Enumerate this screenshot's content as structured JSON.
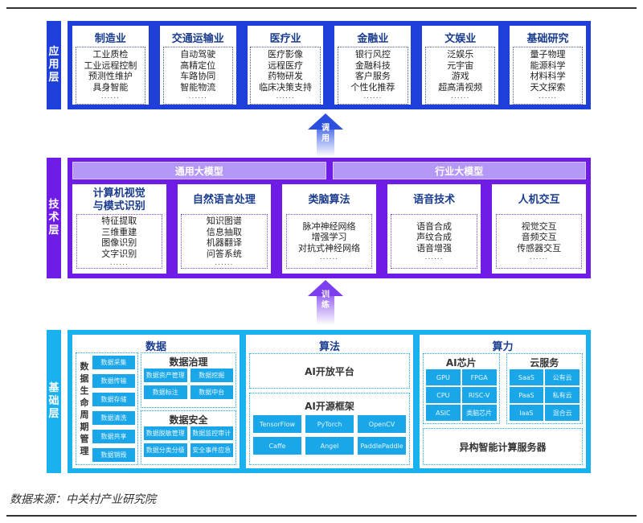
{
  "application_layer": {
    "label": [
      "应",
      "用",
      "层"
    ],
    "sectors": [
      {
        "title": "制造业",
        "items": [
          "工业质检",
          "工业远程控制",
          "预测性维护",
          "具身智能"
        ],
        "more": "......"
      },
      {
        "title": "交通运输业",
        "items": [
          "自动驾驶",
          "高精定位",
          "车路协同",
          "智能物流"
        ],
        "more": "......"
      },
      {
        "title": "医疗业",
        "items": [
          "医疗影像",
          "远程医疗",
          "药物研发",
          "临床决策支持"
        ],
        "more": "......"
      },
      {
        "title": "金融业",
        "items": [
          "银行风控",
          "金融科技",
          "客户服务",
          "个性化推荐"
        ],
        "more": "......"
      },
      {
        "title": "文娱业",
        "items": [
          "泛娱乐",
          "元宇宙",
          "游戏",
          "超高清视频"
        ],
        "more": "......"
      },
      {
        "title": "基础研究",
        "items": [
          "量子物理",
          "能源科学",
          "材料科学",
          "天文探索"
        ],
        "more": "......"
      }
    ]
  },
  "arrow_call": {
    "chars": [
      "调",
      "用"
    ]
  },
  "tech_layer": {
    "label": [
      "技",
      "术",
      "层"
    ],
    "models": [
      "通用大模型",
      "行业大模型"
    ],
    "areas": [
      {
        "title": [
          "计算机视觉",
          "与模式识别"
        ],
        "items": [
          "特征提取",
          "三维重建",
          "图像识别",
          "文字识别"
        ],
        "more": "......"
      },
      {
        "title": [
          "自然语言处理"
        ],
        "items": [
          "知识图谱",
          "信息抽取",
          "机器翻译",
          "问答系统"
        ],
        "more": "......"
      },
      {
        "title": [
          "类脑算法"
        ],
        "items": [
          "脉冲神经网络",
          "增强学习",
          "对抗式神经网络"
        ],
        "more": "......"
      },
      {
        "title": [
          "语音技术"
        ],
        "items": [
          "语音合成",
          "声纹合成",
          "语音增强"
        ],
        "more": "......"
      },
      {
        "title": [
          "人机交互"
        ],
        "items": [
          "视觉交互",
          "音频交互",
          "传感器交互"
        ],
        "more": "......"
      }
    ]
  },
  "arrow_train": {
    "chars": [
      "训",
      "练"
    ]
  },
  "base_layer": {
    "label": [
      "基",
      "础",
      "层"
    ],
    "data": {
      "title": "数据",
      "lifecycle_label": [
        "数",
        "据",
        "生",
        "命",
        "周",
        "期",
        "管",
        "理"
      ],
      "lifecycle": [
        "数据采集",
        "数据传输",
        "数据存储",
        "数据清洗",
        "数据共享",
        "数据销毁"
      ],
      "governance": {
        "title": "数据治理",
        "items": [
          "数据资产管理",
          "数据挖掘",
          "数据标注",
          "数据中台"
        ]
      },
      "security": {
        "title": "数据安全",
        "items": [
          "数据脱敏管理",
          "数据监控审计",
          "数据分类分级",
          "安全事件应急"
        ]
      }
    },
    "algorithm": {
      "title": "算法",
      "platform": "AI开放平台",
      "frameworks_title": "AI开源框架",
      "frameworks": [
        "TensorFlow",
        "PyTorch",
        "OpenCV",
        "Caffe",
        "Angel",
        "PaddlePaddle"
      ]
    },
    "compute": {
      "title": "算力",
      "chips": {
        "title": "AI芯片",
        "items": [
          "GPU",
          "FPGA",
          "CPU",
          "RISC-V",
          "ASIC",
          "类脑芯片"
        ]
      },
      "cloud": {
        "title": "云服务",
        "items": [
          "SaaS",
          "公有云",
          "PaaS",
          "私有云",
          "IaaS",
          "混合云"
        ]
      },
      "server": "异构智能计算服务器"
    }
  },
  "source": "数据来源：中关村产业研究院",
  "colors": {
    "application": "#1f3fd9",
    "tech": "#6f1de6",
    "model_bar": "#b597f7",
    "base": "#19b2ee",
    "cell": "#19a7ea",
    "title_text": "#1a3c8f"
  }
}
